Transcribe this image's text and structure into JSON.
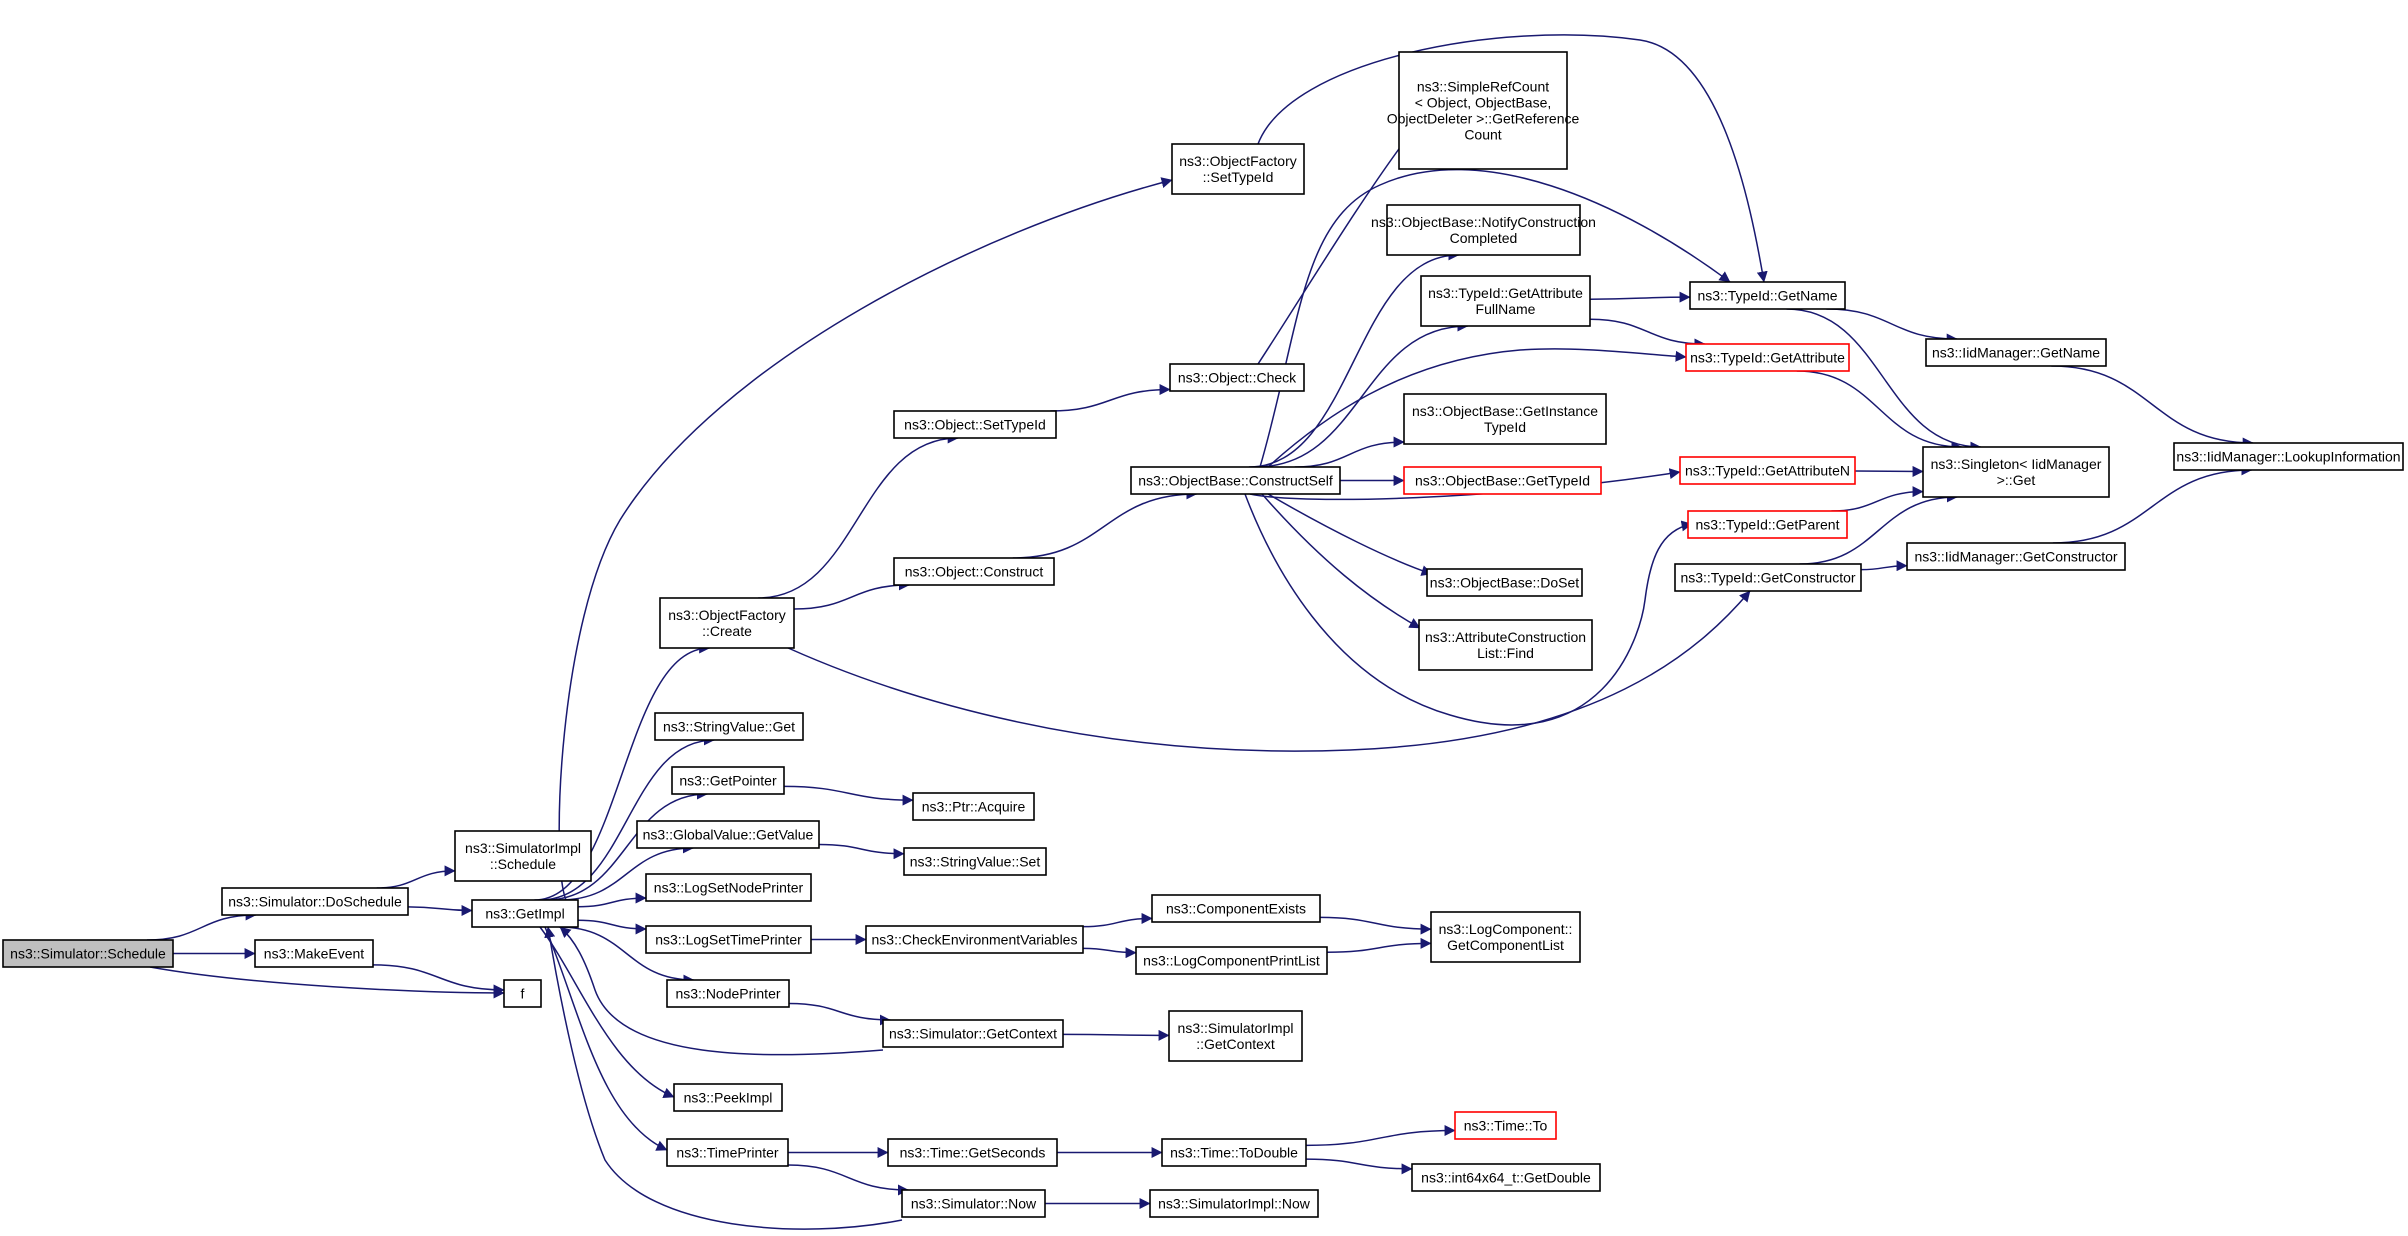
{
  "colors": {
    "edge": "#191970",
    "node_border": "#000000",
    "highlight_border": "#ff0000",
    "root_fill": "#bfbfbf",
    "background": "#ffffff"
  },
  "nodes": [
    {
      "id": "schedule",
      "label": [
        "ns3::Simulator::Schedule"
      ],
      "style": "root"
    },
    {
      "id": "doschedule",
      "label": [
        "ns3::Simulator::DoSchedule"
      ]
    },
    {
      "id": "makeevent",
      "label": [
        "ns3::MakeEvent"
      ]
    },
    {
      "id": "f",
      "label": [
        "f"
      ]
    },
    {
      "id": "simimpl_schedule",
      "label": [
        "ns3::SimulatorImpl",
        "::Schedule"
      ]
    },
    {
      "id": "getimpl",
      "label": [
        "ns3::GetImpl"
      ]
    },
    {
      "id": "of_create",
      "label": [
        "ns3::ObjectFactory",
        "::Create"
      ]
    },
    {
      "id": "stringvalue_get",
      "label": [
        "ns3::StringValue::Get"
      ]
    },
    {
      "id": "getpointer",
      "label": [
        "ns3::GetPointer"
      ]
    },
    {
      "id": "globalvalue_getvalue",
      "label": [
        "ns3::GlobalValue::GetValue"
      ]
    },
    {
      "id": "logsetnodeprinter",
      "label": [
        "ns3::LogSetNodePrinter"
      ]
    },
    {
      "id": "logsettimeprinter",
      "label": [
        "ns3::LogSetTimePrinter"
      ]
    },
    {
      "id": "nodeprinter",
      "label": [
        "ns3::NodePrinter"
      ]
    },
    {
      "id": "peekimpl",
      "label": [
        "ns3::PeekImpl"
      ]
    },
    {
      "id": "timeprinter",
      "label": [
        "ns3::TimePrinter"
      ]
    },
    {
      "id": "of_settypeid",
      "label": [
        "ns3::ObjectFactory",
        "::SetTypeId"
      ]
    },
    {
      "id": "object_settypeid",
      "label": [
        "ns3::Object::SetTypeId"
      ]
    },
    {
      "id": "object_construct",
      "label": [
        "ns3::Object::Construct"
      ]
    },
    {
      "id": "object_check",
      "label": [
        "ns3::Object::Check"
      ]
    },
    {
      "id": "ptr_acquire",
      "label": [
        "ns3::Ptr::Acquire"
      ]
    },
    {
      "id": "stringvalue_set",
      "label": [
        "ns3::StringValue::Set"
      ]
    },
    {
      "id": "checkenv",
      "label": [
        "ns3::CheckEnvironmentVariables"
      ]
    },
    {
      "id": "sim_getcontext",
      "label": [
        "ns3::Simulator::GetContext"
      ]
    },
    {
      "id": "time_getseconds",
      "label": [
        "ns3::Time::GetSeconds"
      ]
    },
    {
      "id": "sim_now",
      "label": [
        "ns3::Simulator::Now"
      ]
    },
    {
      "id": "ob_constructself",
      "label": [
        "ns3::ObjectBase::ConstructSelf"
      ]
    },
    {
      "id": "componentexists",
      "label": [
        "ns3::ComponentExists"
      ]
    },
    {
      "id": "logcomponentprintlist",
      "label": [
        "ns3::LogComponentPrintList"
      ]
    },
    {
      "id": "simimpl_getcontext",
      "label": [
        "ns3::SimulatorImpl",
        "::GetContext"
      ]
    },
    {
      "id": "time_todouble",
      "label": [
        "ns3::Time::ToDouble"
      ]
    },
    {
      "id": "simimpl_now",
      "label": [
        "ns3::SimulatorImpl::Now"
      ]
    },
    {
      "id": "simplerefcount",
      "label": [
        "ns3::SimpleRefCount",
        "< Object, ObjectBase,",
        "ObjectDeleter >::GetReference",
        "Count"
      ]
    },
    {
      "id": "ob_notify",
      "label": [
        "ns3::ObjectBase::NotifyConstruction",
        "Completed"
      ]
    },
    {
      "id": "typeid_getattrfullname",
      "label": [
        "ns3::TypeId::GetAttribute",
        "FullName"
      ]
    },
    {
      "id": "ob_getinstancetypeid",
      "label": [
        "ns3::ObjectBase::GetInstance",
        "TypeId"
      ]
    },
    {
      "id": "ob_gettypeid",
      "label": [
        "ns3::ObjectBase::GetTypeId"
      ],
      "style": "red"
    },
    {
      "id": "ob_doset",
      "label": [
        "ns3::ObjectBase::DoSet"
      ]
    },
    {
      "id": "acl_find",
      "label": [
        "ns3::AttributeConstruction",
        "List::Find"
      ]
    },
    {
      "id": "logcomponent_getlist",
      "label": [
        "ns3::LogComponent::",
        "GetComponentList"
      ]
    },
    {
      "id": "time_to",
      "label": [
        "ns3::Time::To"
      ],
      "style": "red"
    },
    {
      "id": "int64x64_getdouble",
      "label": [
        "ns3::int64x64_t::GetDouble"
      ]
    },
    {
      "id": "typeid_getname",
      "label": [
        "ns3::TypeId::GetName"
      ]
    },
    {
      "id": "typeid_getattribute",
      "label": [
        "ns3::TypeId::GetAttribute"
      ],
      "style": "red"
    },
    {
      "id": "typeid_getattributen",
      "label": [
        "ns3::TypeId::GetAttributeN"
      ],
      "style": "red"
    },
    {
      "id": "typeid_getparent",
      "label": [
        "ns3::TypeId::GetParent"
      ],
      "style": "red"
    },
    {
      "id": "typeid_getconstructor",
      "label": [
        "ns3::TypeId::GetConstructor"
      ]
    },
    {
      "id": "iidmanager_getname",
      "label": [
        "ns3::IidManager::GetName"
      ]
    },
    {
      "id": "singleton_get",
      "label": [
        "ns3::Singleton< IidManager",
        ">::Get"
      ]
    },
    {
      "id": "iidmanager_getconstructor",
      "label": [
        "ns3::IidManager::GetConstructor"
      ]
    },
    {
      "id": "iidmanager_lookup",
      "label": [
        "ns3::IidManager::LookupInformation"
      ]
    }
  ],
  "edges": [
    [
      "schedule",
      "doschedule"
    ],
    [
      "schedule",
      "makeevent"
    ],
    [
      "schedule",
      "f"
    ],
    [
      "doschedule",
      "simimpl_schedule"
    ],
    [
      "doschedule",
      "getimpl"
    ],
    [
      "makeevent",
      "f"
    ],
    [
      "getimpl",
      "of_create"
    ],
    [
      "getimpl",
      "of_settypeid"
    ],
    [
      "getimpl",
      "stringvalue_get"
    ],
    [
      "getimpl",
      "getpointer"
    ],
    [
      "getimpl",
      "globalvalue_getvalue"
    ],
    [
      "getimpl",
      "logsetnodeprinter"
    ],
    [
      "getimpl",
      "logsettimeprinter"
    ],
    [
      "getimpl",
      "nodeprinter"
    ],
    [
      "getimpl",
      "peekimpl"
    ],
    [
      "getimpl",
      "timeprinter"
    ],
    [
      "of_create",
      "object_settypeid"
    ],
    [
      "of_create",
      "object_construct"
    ],
    [
      "of_create",
      "typeid_getconstructor"
    ],
    [
      "of_settypeid",
      "typeid_getname"
    ],
    [
      "object_settypeid",
      "object_check"
    ],
    [
      "object_check",
      "simplerefcount"
    ],
    [
      "object_construct",
      "ob_constructself"
    ],
    [
      "ob_constructself",
      "ob_notify"
    ],
    [
      "ob_constructself",
      "typeid_getattrfullname"
    ],
    [
      "ob_constructself",
      "ob_getinstancetypeid"
    ],
    [
      "ob_constructself",
      "ob_gettypeid"
    ],
    [
      "ob_constructself",
      "ob_doset"
    ],
    [
      "ob_constructself",
      "acl_find"
    ],
    [
      "ob_constructself",
      "typeid_getname"
    ],
    [
      "ob_constructself",
      "typeid_getattribute"
    ],
    [
      "ob_constructself",
      "typeid_getattributen"
    ],
    [
      "ob_constructself",
      "typeid_getparent"
    ],
    [
      "typeid_getattrfullname",
      "typeid_getname"
    ],
    [
      "typeid_getattrfullname",
      "typeid_getattribute"
    ],
    [
      "typeid_getname",
      "iidmanager_getname"
    ],
    [
      "typeid_getname",
      "singleton_get"
    ],
    [
      "typeid_getattribute",
      "singleton_get"
    ],
    [
      "typeid_getattributen",
      "singleton_get"
    ],
    [
      "typeid_getparent",
      "singleton_get"
    ],
    [
      "typeid_getconstructor",
      "singleton_get"
    ],
    [
      "typeid_getconstructor",
      "iidmanager_getconstructor"
    ],
    [
      "iidmanager_getname",
      "iidmanager_lookup"
    ],
    [
      "iidmanager_getconstructor",
      "iidmanager_lookup"
    ],
    [
      "getpointer",
      "ptr_acquire"
    ],
    [
      "globalvalue_getvalue",
      "stringvalue_set"
    ],
    [
      "logsettimeprinter",
      "checkenv"
    ],
    [
      "checkenv",
      "componentexists"
    ],
    [
      "checkenv",
      "logcomponentprintlist"
    ],
    [
      "componentexists",
      "logcomponent_getlist"
    ],
    [
      "logcomponentprintlist",
      "logcomponent_getlist"
    ],
    [
      "nodeprinter",
      "sim_getcontext"
    ],
    [
      "sim_getcontext",
      "getimpl"
    ],
    [
      "sim_getcontext",
      "simimpl_getcontext"
    ],
    [
      "timeprinter",
      "time_getseconds"
    ],
    [
      "timeprinter",
      "sim_now"
    ],
    [
      "time_getseconds",
      "time_todouble"
    ],
    [
      "time_todouble",
      "time_to"
    ],
    [
      "time_todouble",
      "int64x64_getdouble"
    ],
    [
      "sim_now",
      "getimpl"
    ],
    [
      "sim_now",
      "simimpl_now"
    ]
  ]
}
